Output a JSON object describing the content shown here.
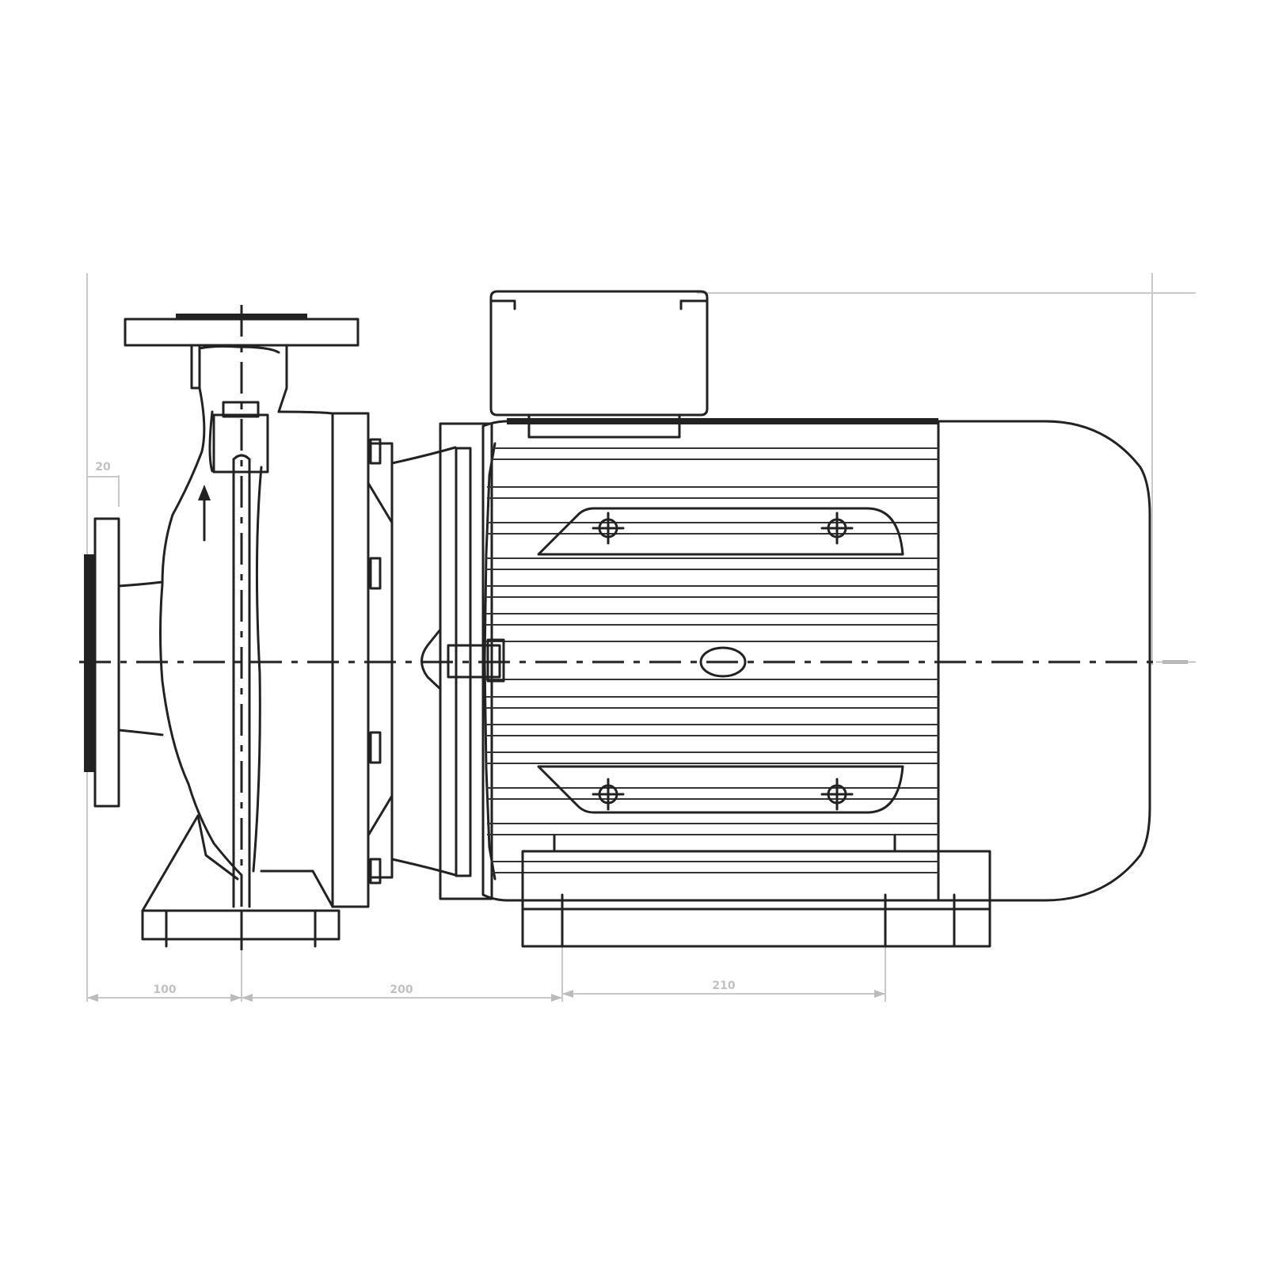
{
  "dimensions": {
    "flange_width": "20",
    "suction_to_axis": "100",
    "axis_to_foot": "200",
    "foot_bolt_spacing": "210"
  },
  "colors": {
    "line": "#222222",
    "dimension": "#c0c0c0",
    "background": "#ffffff"
  }
}
